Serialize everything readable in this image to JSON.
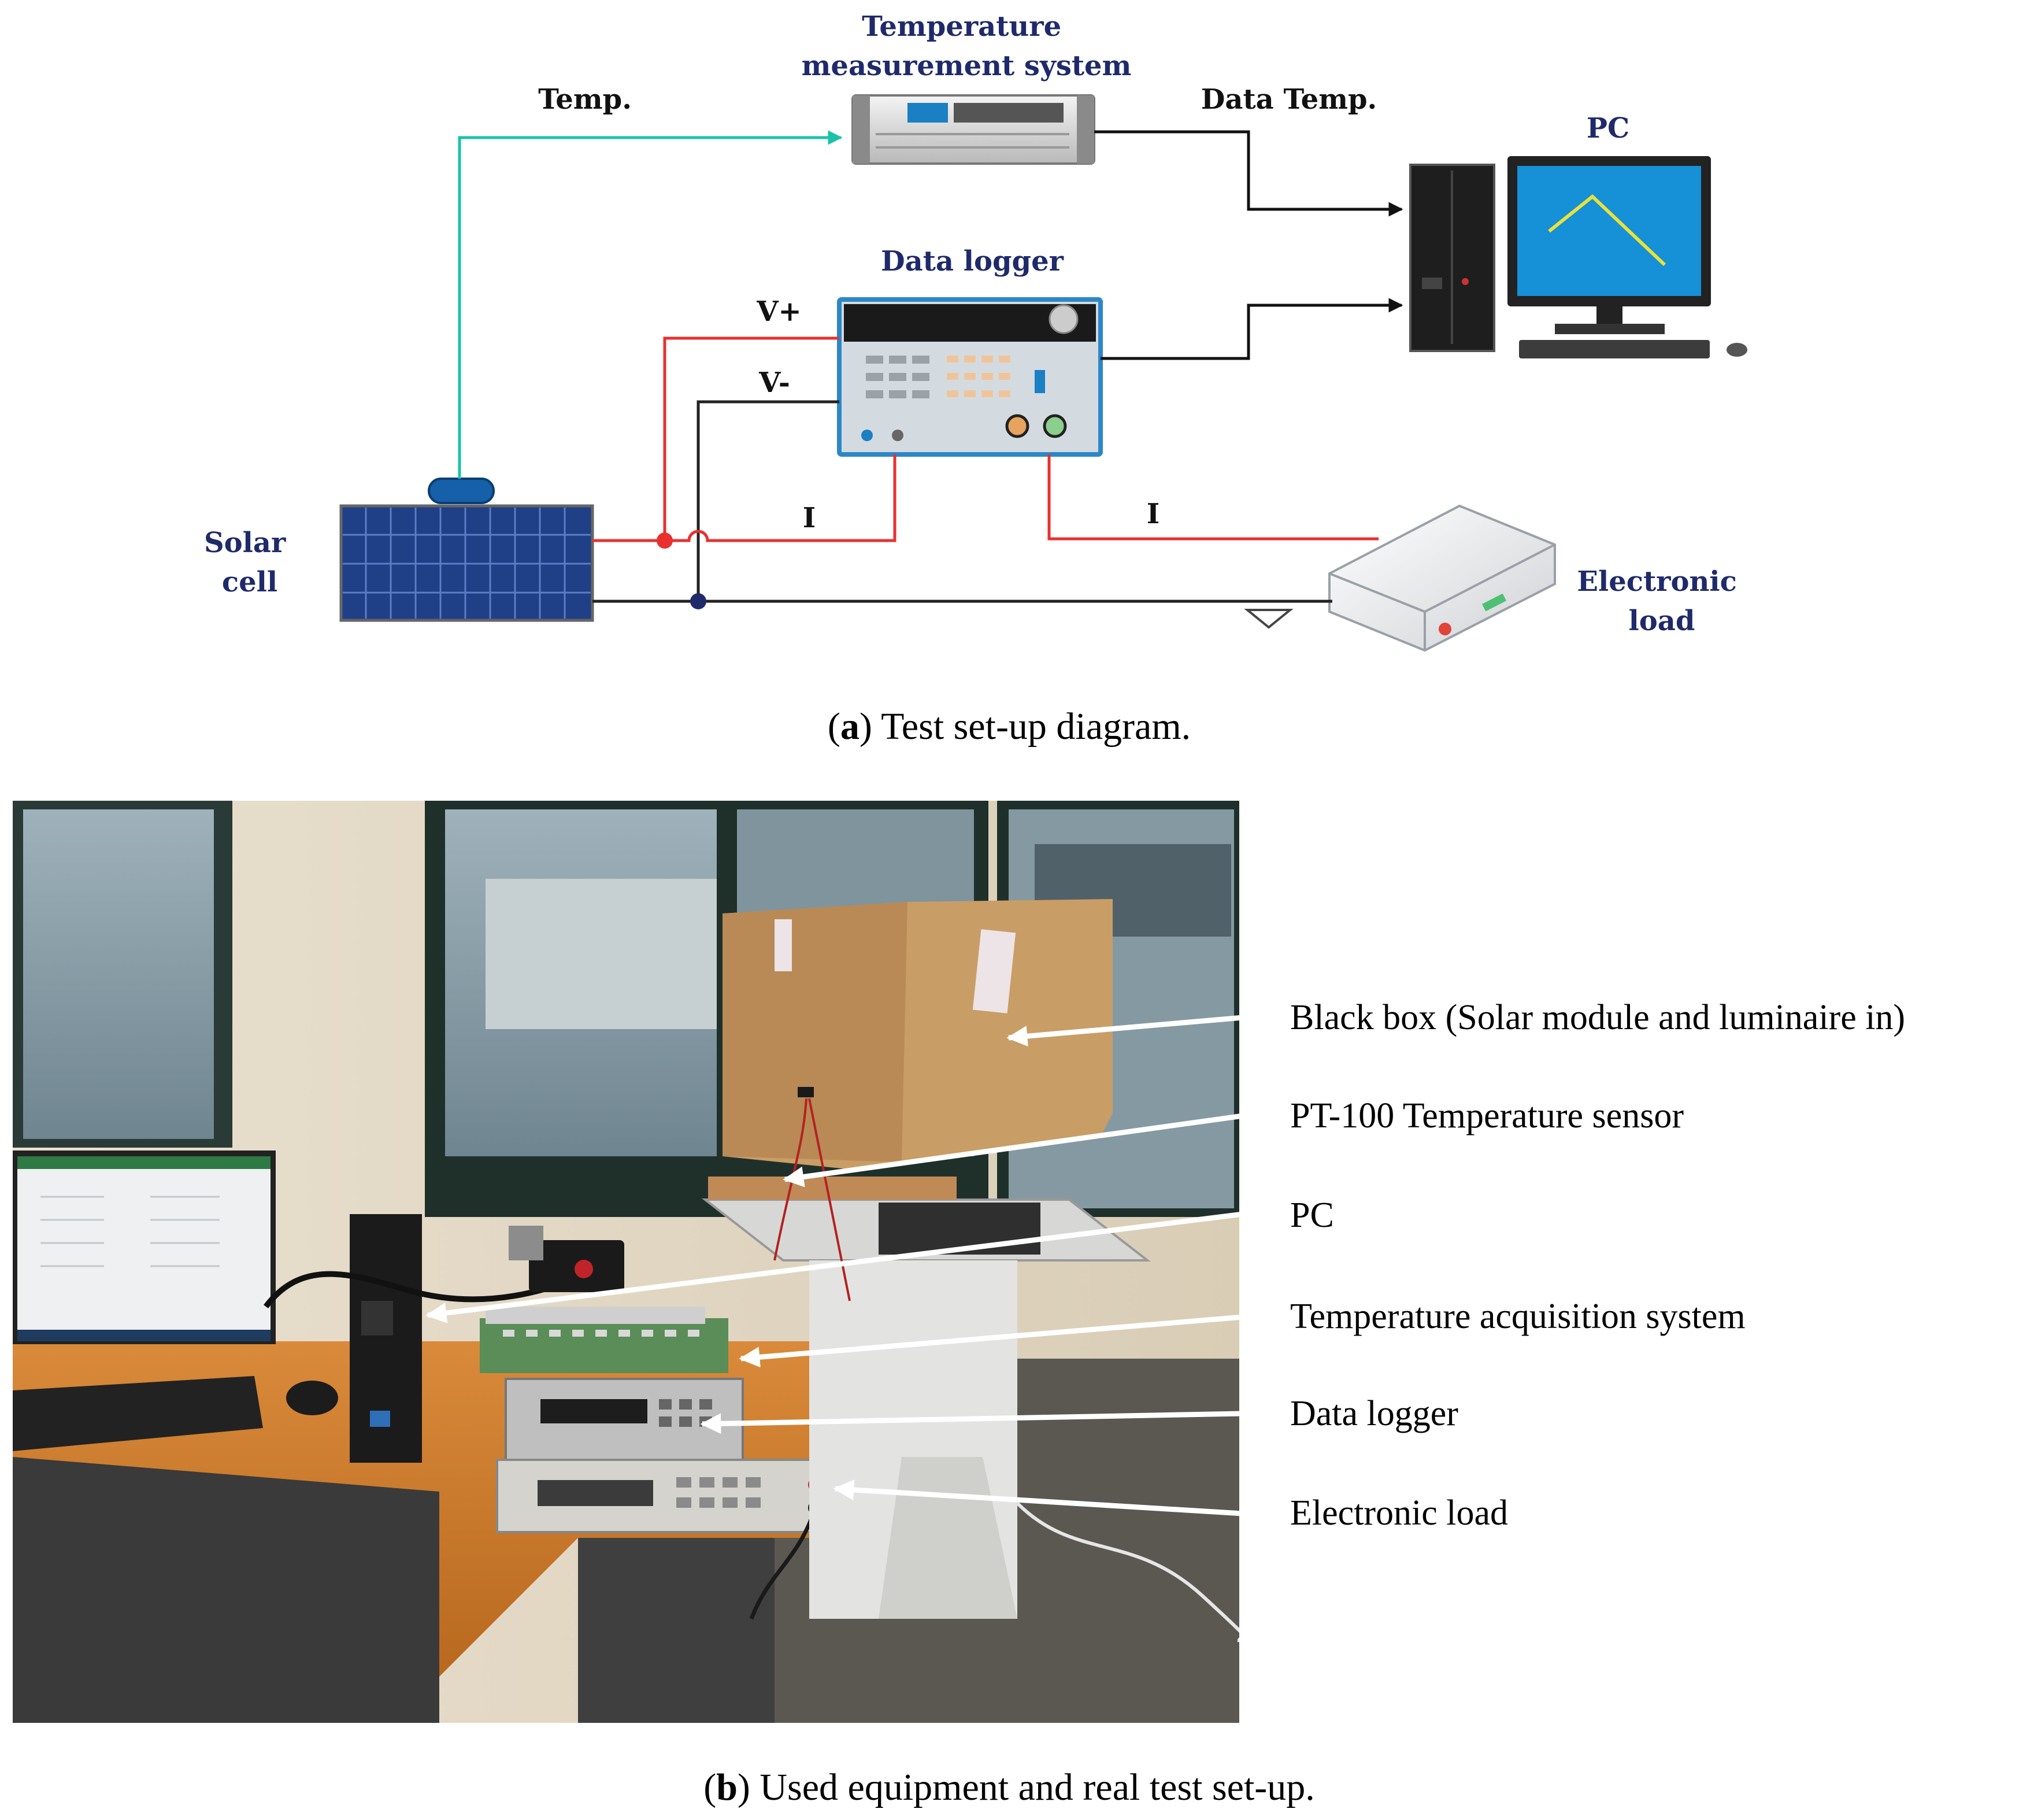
{
  "diagram": {
    "nodes": {
      "temp_system": "Temperature\nmeasurement system",
      "pc": "PC",
      "data_logger": "Data logger",
      "solar_cell": "Solar\ncell",
      "electronic_load": "Electronic\nload"
    },
    "signals": {
      "temp": "Temp.",
      "data_temp": "Data Temp.",
      "v_plus": "V+",
      "v_minus": "V-",
      "current_left": "I",
      "current_right": "I"
    },
    "colors": {
      "temp_wire": "#19c3a8",
      "positive_wire": "#e8302f",
      "ground_wire": "#222222",
      "label_blue": "#1f2a6b"
    }
  },
  "caption_a": {
    "letter": "a",
    "text": " Test set-up diagram."
  },
  "photo": {
    "labels": [
      "Black box (Solar module and luminaire in)",
      "PT-100 Temperature sensor",
      "PC",
      "Temperature acquisition system",
      "Data logger",
      "Electronic load"
    ]
  },
  "caption_b": {
    "letter": "b",
    "text": " Used equipment and real test set-up."
  }
}
